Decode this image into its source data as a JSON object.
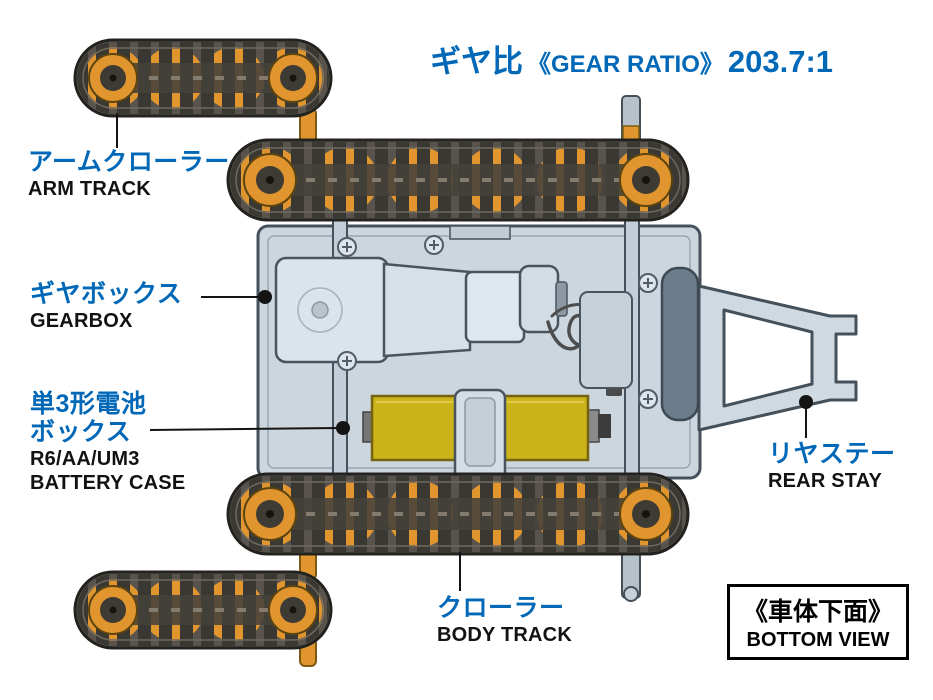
{
  "title": {
    "jp": "ギヤ比",
    "en": "《GEAR RATIO》",
    "ratio": "203.7:1"
  },
  "labels": {
    "arm_track": {
      "jp": "アームクローラー",
      "en": "ARM TRACK"
    },
    "gearbox": {
      "jp": "ギヤボックス",
      "en": "GEARBOX"
    },
    "battery_case": {
      "jp_line1": "単3形電池",
      "jp_line2": "ボックス",
      "en_line1": "R6/AA/UM3",
      "en_line2": "BATTERY CASE"
    },
    "rear_stay": {
      "jp": "リヤステー",
      "en": "REAR STAY"
    },
    "body_track": {
      "jp": "クローラー",
      "en": "BODY TRACK"
    },
    "bottom_view": {
      "jp": "《車体下面》",
      "en": "BOTTOM VIEW"
    }
  },
  "colors": {
    "label_blue": "#0068b7",
    "track_orange": "#e0952f",
    "battery_yellow": "#ccb31a",
    "chassis_gray": "#ccd6df",
    "text_black": "#121212"
  }
}
